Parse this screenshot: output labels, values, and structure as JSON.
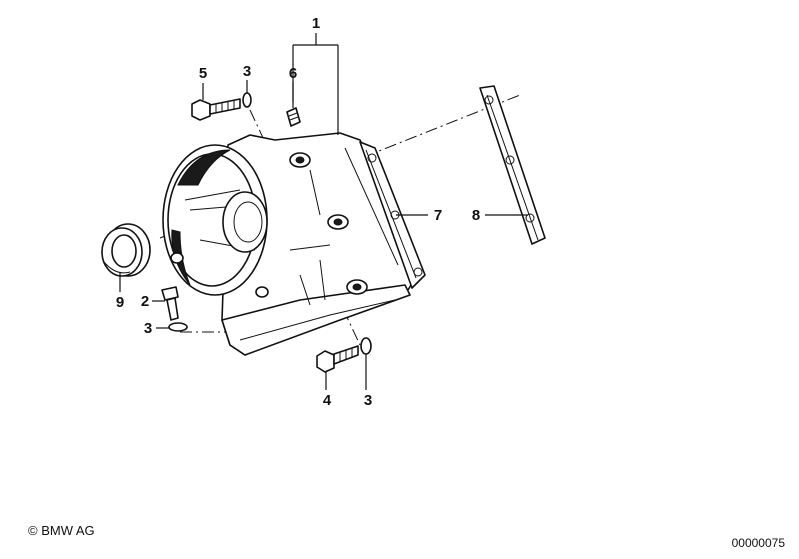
{
  "callouts": [
    {
      "id": "c1",
      "label": "1"
    },
    {
      "id": "c2",
      "label": "2"
    },
    {
      "id": "c3a",
      "label": "3"
    },
    {
      "id": "c3b",
      "label": "3"
    },
    {
      "id": "c3c",
      "label": "3"
    },
    {
      "id": "c4",
      "label": "4"
    },
    {
      "id": "c5",
      "label": "5"
    },
    {
      "id": "c6",
      "label": "6"
    },
    {
      "id": "c7",
      "label": "7"
    },
    {
      "id": "c8",
      "label": "8"
    },
    {
      "id": "c9",
      "label": "9"
    }
  ],
  "footer": {
    "copyright": "© BMW AG",
    "doc_number": "00000075"
  }
}
